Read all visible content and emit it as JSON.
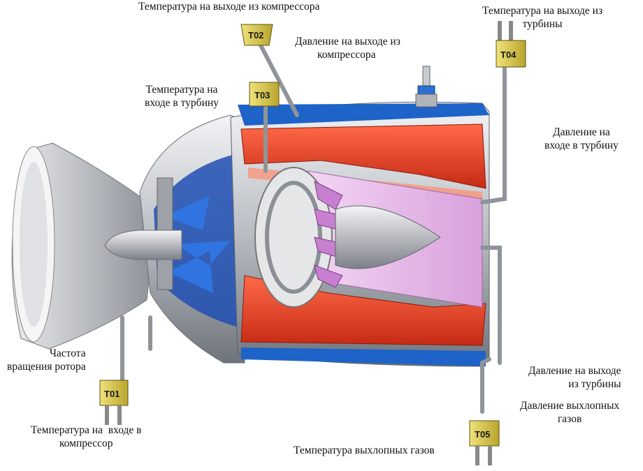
{
  "labels": {
    "t02": "Температура на выходе из компрессора",
    "p_compressor_out": [
      "Давление на выходе из",
      "компрессора"
    ],
    "t04": [
      "Температура на выходе из",
      "турбины"
    ],
    "t03": [
      "Температура на",
      "входе в турбину"
    ],
    "p_turbine_in": [
      "Давление на",
      "входе в турбину"
    ],
    "rpm": [
      "Частота",
      "вращения ротора"
    ],
    "p_turbine_out": [
      "Давление на выходе",
      "из турбины"
    ],
    "p_exhaust": [
      "Давление выхлопных",
      "газов"
    ],
    "t01": [
      "Температура на  входе в",
      "компрессор"
    ],
    "t05": "Температура выхлопных газов"
  },
  "sensors": {
    "t01": "T01",
    "t02": "T02",
    "t03": "T03",
    "t04": "T04",
    "t05": "T05"
  },
  "colors": {
    "casing_blue": "#1e63c8",
    "combustor_red": "#e8402a",
    "turbine_pink": "#e6a9e6",
    "metal_grey": "#b8bcc2",
    "sensor_yellow": "#d9c84a"
  }
}
